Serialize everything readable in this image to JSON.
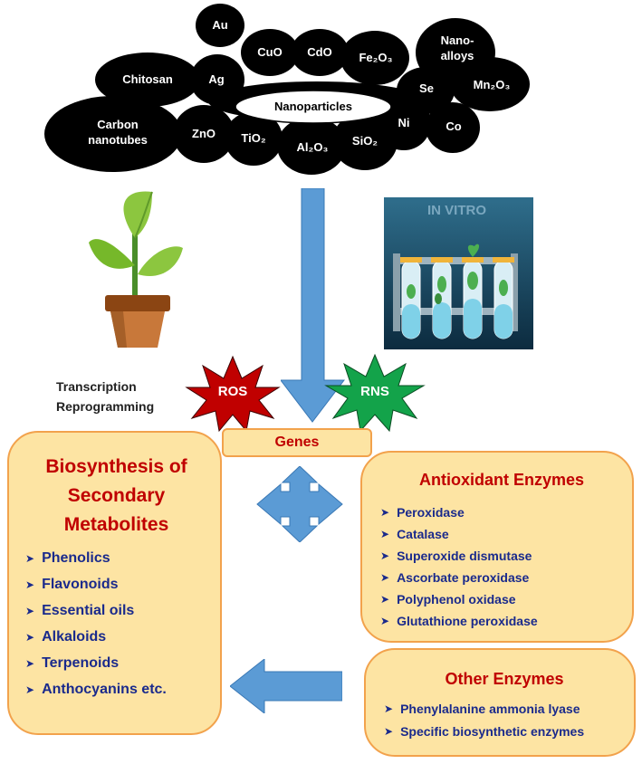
{
  "nanoparticles": {
    "center_label": "Nanoparticles",
    "au": "Au",
    "cuo": "CuO",
    "cdo": "CdO",
    "fe2o3": "Fe₂O₃",
    "nanoalloys": "Nano-\nalloys",
    "chitosan": "Chitosan",
    "ag": "Ag",
    "se": "Se",
    "mn2o3": "Mn₂O₃",
    "carbon_nanotubes": "Carbon\nnanotubes",
    "zno": "ZnO",
    "tio2": "TiO₂",
    "al2o3": "Al₂O₃",
    "sio2": "SiO₂",
    "ni": "Ni",
    "co": "Co"
  },
  "in_vitro_label": "IN VITRO",
  "transcription": {
    "line1": "Transcription",
    "line2": "Reprogramming"
  },
  "ros": "ROS",
  "rns": "RNS",
  "genes": "Genes",
  "biosynthesis": {
    "title": "Biosynthesis of Secondary Metabolites",
    "items": [
      "Phenolics",
      "Flavonoids",
      "Essential oils",
      "Alkaloids",
      "Terpenoids",
      "Anthocyanins etc."
    ]
  },
  "antioxidant": {
    "title": "Antioxidant Enzymes",
    "items": [
      "Peroxidase",
      "Catalase",
      "Superoxide dismutase",
      "Ascorbate peroxidase",
      "Polyphenol oxidase",
      "Glutathione peroxidase"
    ]
  },
  "other": {
    "title": "Other Enzymes",
    "items": [
      "Phenylalanine ammonia lyase",
      "Specific biosynthetic enzymes"
    ]
  },
  "colors": {
    "box_fill": "#fde4a3",
    "box_border": "#f2a24c",
    "heading_red": "#c00000",
    "list_blue": "#1a2a8c",
    "arrow_blue": "#5b9bd5",
    "ros_red": "#c00000",
    "rns_green": "#13a34a"
  }
}
